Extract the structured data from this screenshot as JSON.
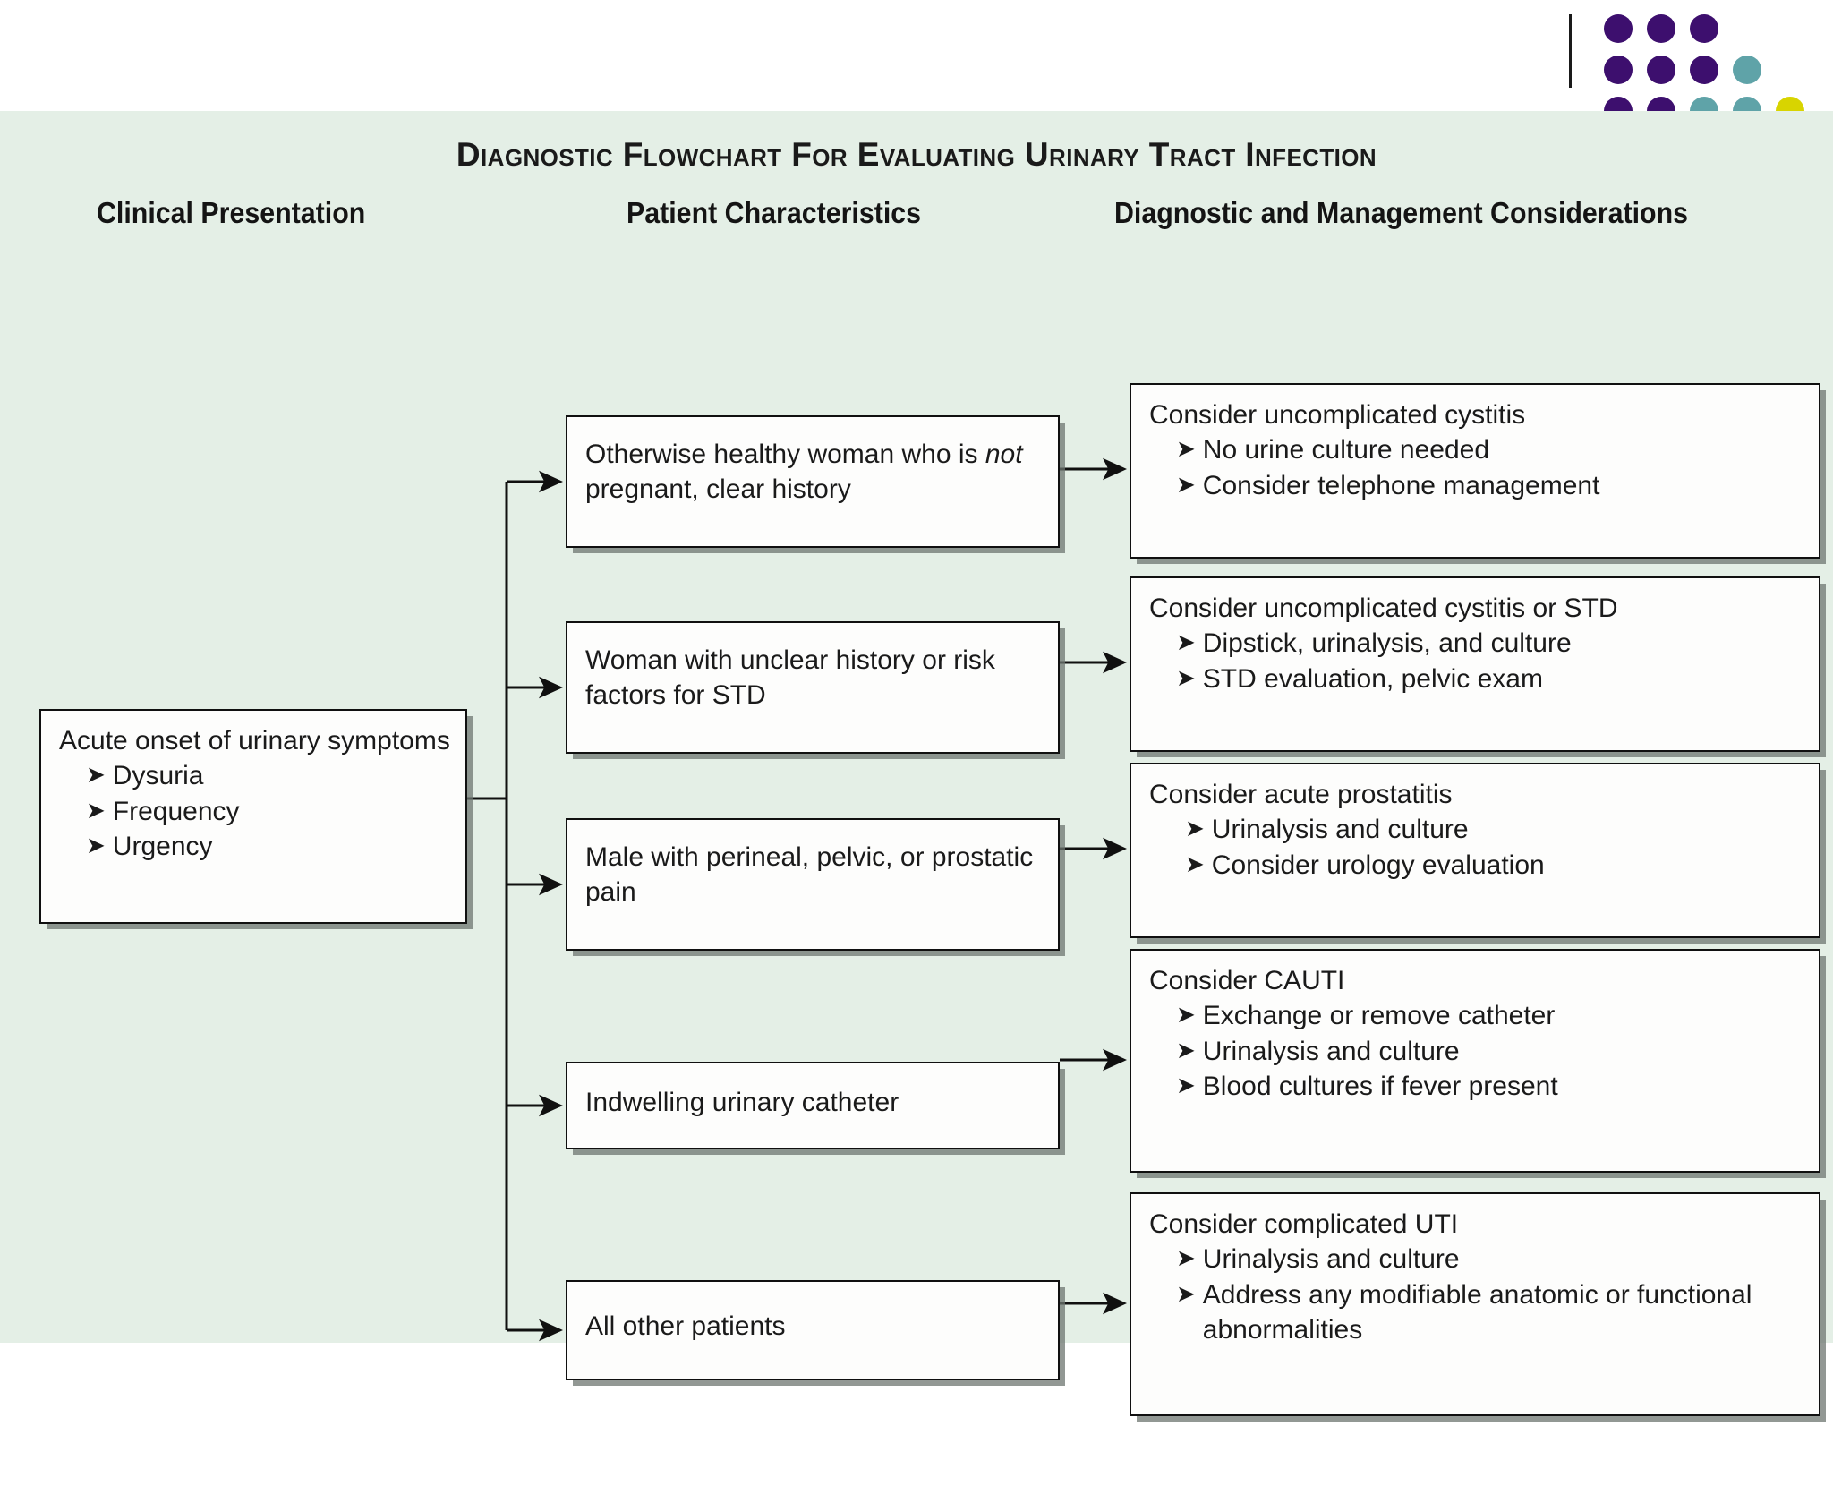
{
  "logo": {
    "name": "publisher-dot-logo",
    "colors": {
      "purple": "#3d0f6e",
      "teal": "#5fa3a8",
      "yellow": "#d8d400"
    },
    "rows": [
      [
        "purple",
        "purple",
        "purple",
        "empty",
        "empty"
      ],
      [
        "purple",
        "purple",
        "purple",
        "teal",
        "empty"
      ],
      [
        "purple",
        "purple",
        "teal",
        "teal",
        "yellow"
      ]
    ]
  },
  "chart_title": "Diagnostic Flowchart For Evaluating Urinary Tract Infection",
  "columns": {
    "clinical": "Clinical Presentation",
    "patient": "Patient Characteristics",
    "diagnostic": "Diagnostic and Management Considerations"
  },
  "colors": {
    "panel_background": "#e4efe6",
    "box_fill": "#fdfdfc",
    "box_border": "#101010",
    "box_shadow": "#6e7670",
    "text": "#1a1a1a"
  },
  "clinical_node": {
    "heading": "Acute onset of urinary symptoms",
    "bullets": [
      "Dysuria",
      "Frequency",
      "Urgency"
    ],
    "bullet_glyph": "➤"
  },
  "branches": [
    {
      "patient": {
        "text_before": "Otherwise healthy woman who is ",
        "emphasis": "not",
        "text_after": " pregnant, clear history"
      },
      "diagnostic": {
        "heading": "Consider uncomplicated cystitis",
        "bullets": [
          "No urine culture needed",
          "Consider telephone management"
        ]
      }
    },
    {
      "patient": {
        "text_before": "Woman with unclear history or risk factors for STD",
        "emphasis": "",
        "text_after": ""
      },
      "diagnostic": {
        "heading": "Consider uncomplicated cystitis or STD",
        "bullets": [
          "Dipstick, urinalysis, and culture",
          "STD evaluation, pelvic exam"
        ]
      }
    },
    {
      "patient": {
        "text_before": "Male with perineal, pelvic, or prostatic pain",
        "emphasis": "",
        "text_after": ""
      },
      "diagnostic": {
        "heading": "Consider acute prostatitis",
        "bullets": [
          "Urinalysis and culture",
          "Consider urology evaluation"
        ]
      }
    },
    {
      "patient": {
        "text_before": "Indwelling urinary catheter",
        "emphasis": "",
        "text_after": ""
      },
      "diagnostic": {
        "heading": "Consider CAUTI",
        "bullets": [
          "Exchange or remove catheter",
          "Urinalysis and culture",
          "Blood cultures if fever present"
        ]
      }
    },
    {
      "patient": {
        "text_before": "All other patients",
        "emphasis": "",
        "text_after": ""
      },
      "diagnostic": {
        "heading": "Consider complicated UTI",
        "bullets": [
          "Urinalysis and culture",
          "Address any modifiable anatomic or functional abnormalities"
        ]
      }
    }
  ]
}
